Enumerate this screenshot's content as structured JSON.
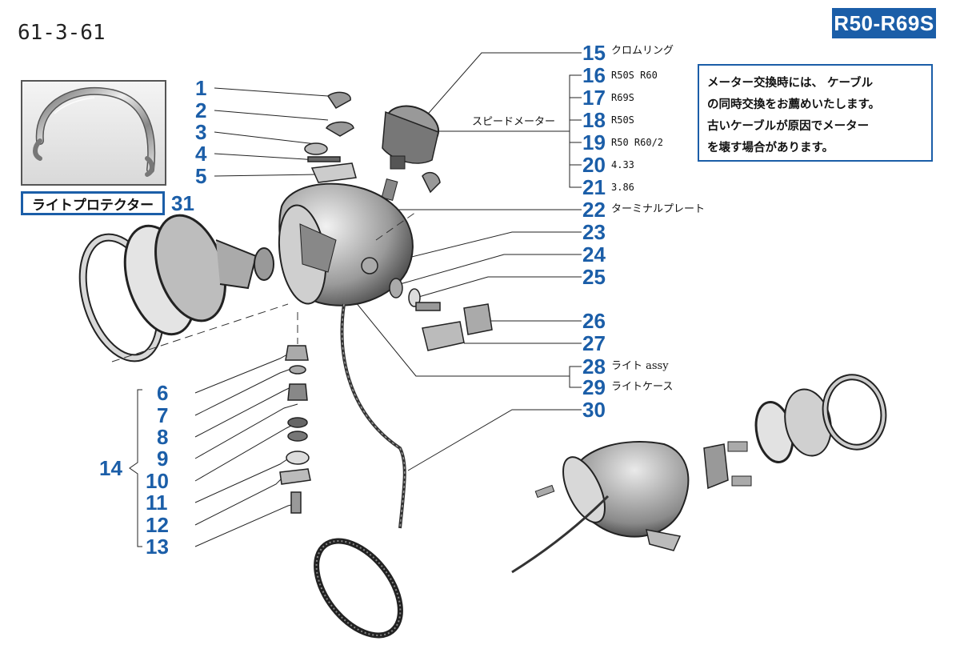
{
  "header": {
    "page_code": "61-3-61",
    "model_badge": "R50-R69S"
  },
  "notice": {
    "lines": [
      "メーター交換時には、 ケーブル",
      "の同時交換をお薦めいたします。",
      "古いケーブルが原因でメーター",
      "を壊す場合があります。"
    ]
  },
  "inset": {
    "label": "ライトプロテクター",
    "number": "31"
  },
  "left_callouts": {
    "top_numbers": [
      "1",
      "2",
      "3",
      "4",
      "5"
    ],
    "lower_numbers": [
      "6",
      "7",
      "8",
      "9",
      "10",
      "11",
      "12",
      "13"
    ],
    "group_number": "14"
  },
  "right_callouts": [
    {
      "num": "15",
      "desc": "クロムリング"
    },
    {
      "num": "16",
      "desc": "R50S R60"
    },
    {
      "num": "17",
      "desc": "R69S"
    },
    {
      "num": "18",
      "desc": "R50S"
    },
    {
      "num": "19",
      "desc": "R50 R60/2"
    },
    {
      "num": "20",
      "desc": "4.33"
    },
    {
      "num": "21",
      "desc": "3.86"
    },
    {
      "num": "22",
      "desc": "ターミナルプレート"
    },
    {
      "num": "23",
      "desc": ""
    },
    {
      "num": "24",
      "desc": ""
    },
    {
      "num": "25",
      "desc": ""
    },
    {
      "num": "26",
      "desc": ""
    },
    {
      "num": "27",
      "desc": ""
    },
    {
      "num": "28",
      "desc": "ライト assy"
    },
    {
      "num": "29",
      "desc": "ライトケース"
    },
    {
      "num": "30",
      "desc": ""
    }
  ],
  "speedometer_group_label": "スピードメーター",
  "colors": {
    "accent_blue": "#1b5ea8",
    "line": "#222222"
  }
}
